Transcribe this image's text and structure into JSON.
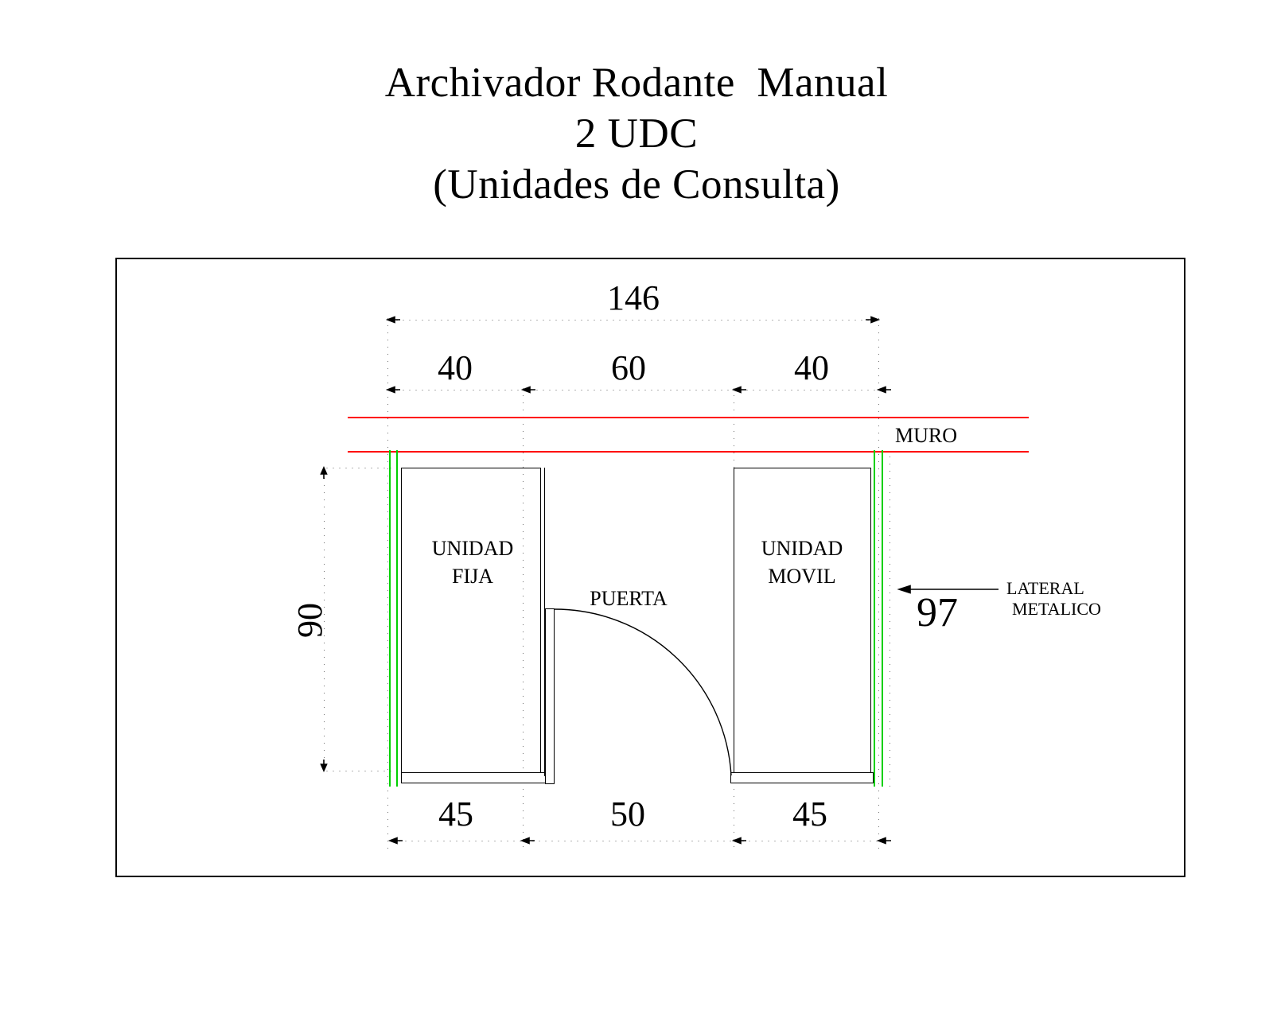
{
  "drawing": {
    "title_lines": [
      "Archivador Rodante  Manual",
      "2 UDC",
      "(Unidades de Consulta)"
    ],
    "colors": {
      "wall": "#ff0000",
      "metal_side": "#00d000",
      "outline": "#000000",
      "background": "#ffffff"
    },
    "labels": {
      "wall": "MURO",
      "unit_fixed_line1": "UNIDAD",
      "unit_fixed_line2": "FIJA",
      "unit_mobile_line1": "UNIDAD",
      "unit_mobile_line2": "MOVIL",
      "door": "PUERTA",
      "metal_side_line1": "LATERAL",
      "metal_side_line2": "METALICO"
    },
    "dimensions": {
      "top_overall": "146",
      "top_segments": [
        "40",
        "60",
        "40"
      ],
      "bottom_segments": [
        "45",
        "50",
        "45"
      ],
      "left_vertical": "90",
      "right_vertical": "97"
    }
  }
}
